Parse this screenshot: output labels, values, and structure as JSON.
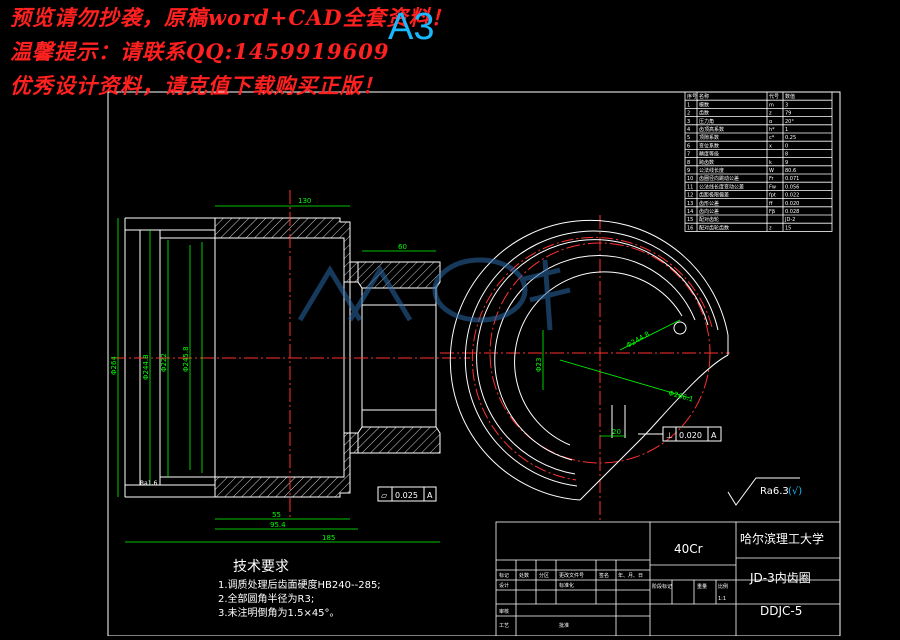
{
  "watermark": {
    "line1": "预览请勿抄袭，原稿word+CAD全套资料！",
    "line2": "温馨提示：请联系QQ:1459919609",
    "line3": "优秀设计资料，请克值下载购买正版！"
  },
  "sheet_size": "A3",
  "dimensions": {
    "d130": "130",
    "d60": "60",
    "d55": "55",
    "d954": "95.4",
    "d185": "185",
    "phi264": "Φ264",
    "phi2448": "Φ244.8",
    "phi222": "Φ222",
    "phi2458": "Φ245.8",
    "phi23": "Φ23",
    "phi1": "Φ244.8",
    "d20": "20",
    "radial": "Φ266.1"
  },
  "tolerances": {
    "flatness": "0.025",
    "flatness_datum": "A",
    "runout": "0.020",
    "runout_datum": "A"
  },
  "roughness": {
    "main": "Ra6.3",
    "label_left": "Ra1.6",
    "general": "Ra6.3",
    "general_paren": "(√)"
  },
  "tech_requirements": {
    "title": "技术要求",
    "items": [
      "1.调质处理后齿面硬度HB240--285;",
      "2.全部圆角半径为R3;",
      "3.未注明倒角为1.5×45°。"
    ]
  },
  "title_block": {
    "material": "40Cr",
    "school": "哈尔滨理工大学",
    "part_name": "JD-3内齿圈",
    "drawing_no": "DDJC-5",
    "row1": [
      "标记",
      "处数",
      "分区",
      "更改文件号",
      "签名",
      "年、月、日"
    ],
    "row2": [
      "设计",
      "标准化"
    ],
    "row3": [
      "审核"
    ],
    "row4": [
      "工艺",
      "批准"
    ],
    "scale_labels": [
      "阶段标记",
      "重量",
      "比例"
    ],
    "scale": "1:1"
  },
  "param_table": {
    "headers": [
      "序号",
      "名称",
      "代号",
      "数值"
    ],
    "rows": [
      [
        "1",
        "模数",
        "m",
        "3"
      ],
      [
        "2",
        "齿数",
        "z",
        "79"
      ],
      [
        "3",
        "压力角",
        "α",
        "20°"
      ],
      [
        "4",
        "齿顶高系数",
        "h*",
        "1"
      ],
      [
        "5",
        "顶隙系数",
        "c*",
        "0.25"
      ],
      [
        "6",
        "变位系数",
        "x",
        "0"
      ],
      [
        "7",
        "精度等级",
        "",
        "8"
      ],
      [
        "8",
        "跨齿数",
        "k",
        "9"
      ],
      [
        "9",
        "公法线长度",
        "W",
        "80.6"
      ],
      [
        "10",
        "齿圈径向跳动公差",
        "Fr",
        "0.071"
      ],
      [
        "11",
        "公法线长度变动公差",
        "Fw",
        "0.056"
      ],
      [
        "12",
        "齿距极限偏差",
        "fpt",
        "0.022"
      ],
      [
        "13",
        "齿形公差",
        "ff",
        "0.020"
      ],
      [
        "14",
        "齿向公差",
        "Fβ",
        "0.028"
      ],
      [
        "15",
        "配对齿轮",
        "",
        "JD-2"
      ],
      [
        "16",
        "配对齿轮齿数",
        "z",
        "15"
      ]
    ]
  },
  "colors": {
    "background": "#000000",
    "line": "#ffffff",
    "dimension": "#00ff00",
    "centerline": "#ff3030",
    "watermark_text": "#ff2020",
    "sheet_label": "#19b8ff",
    "hatch": "#ffffff"
  }
}
